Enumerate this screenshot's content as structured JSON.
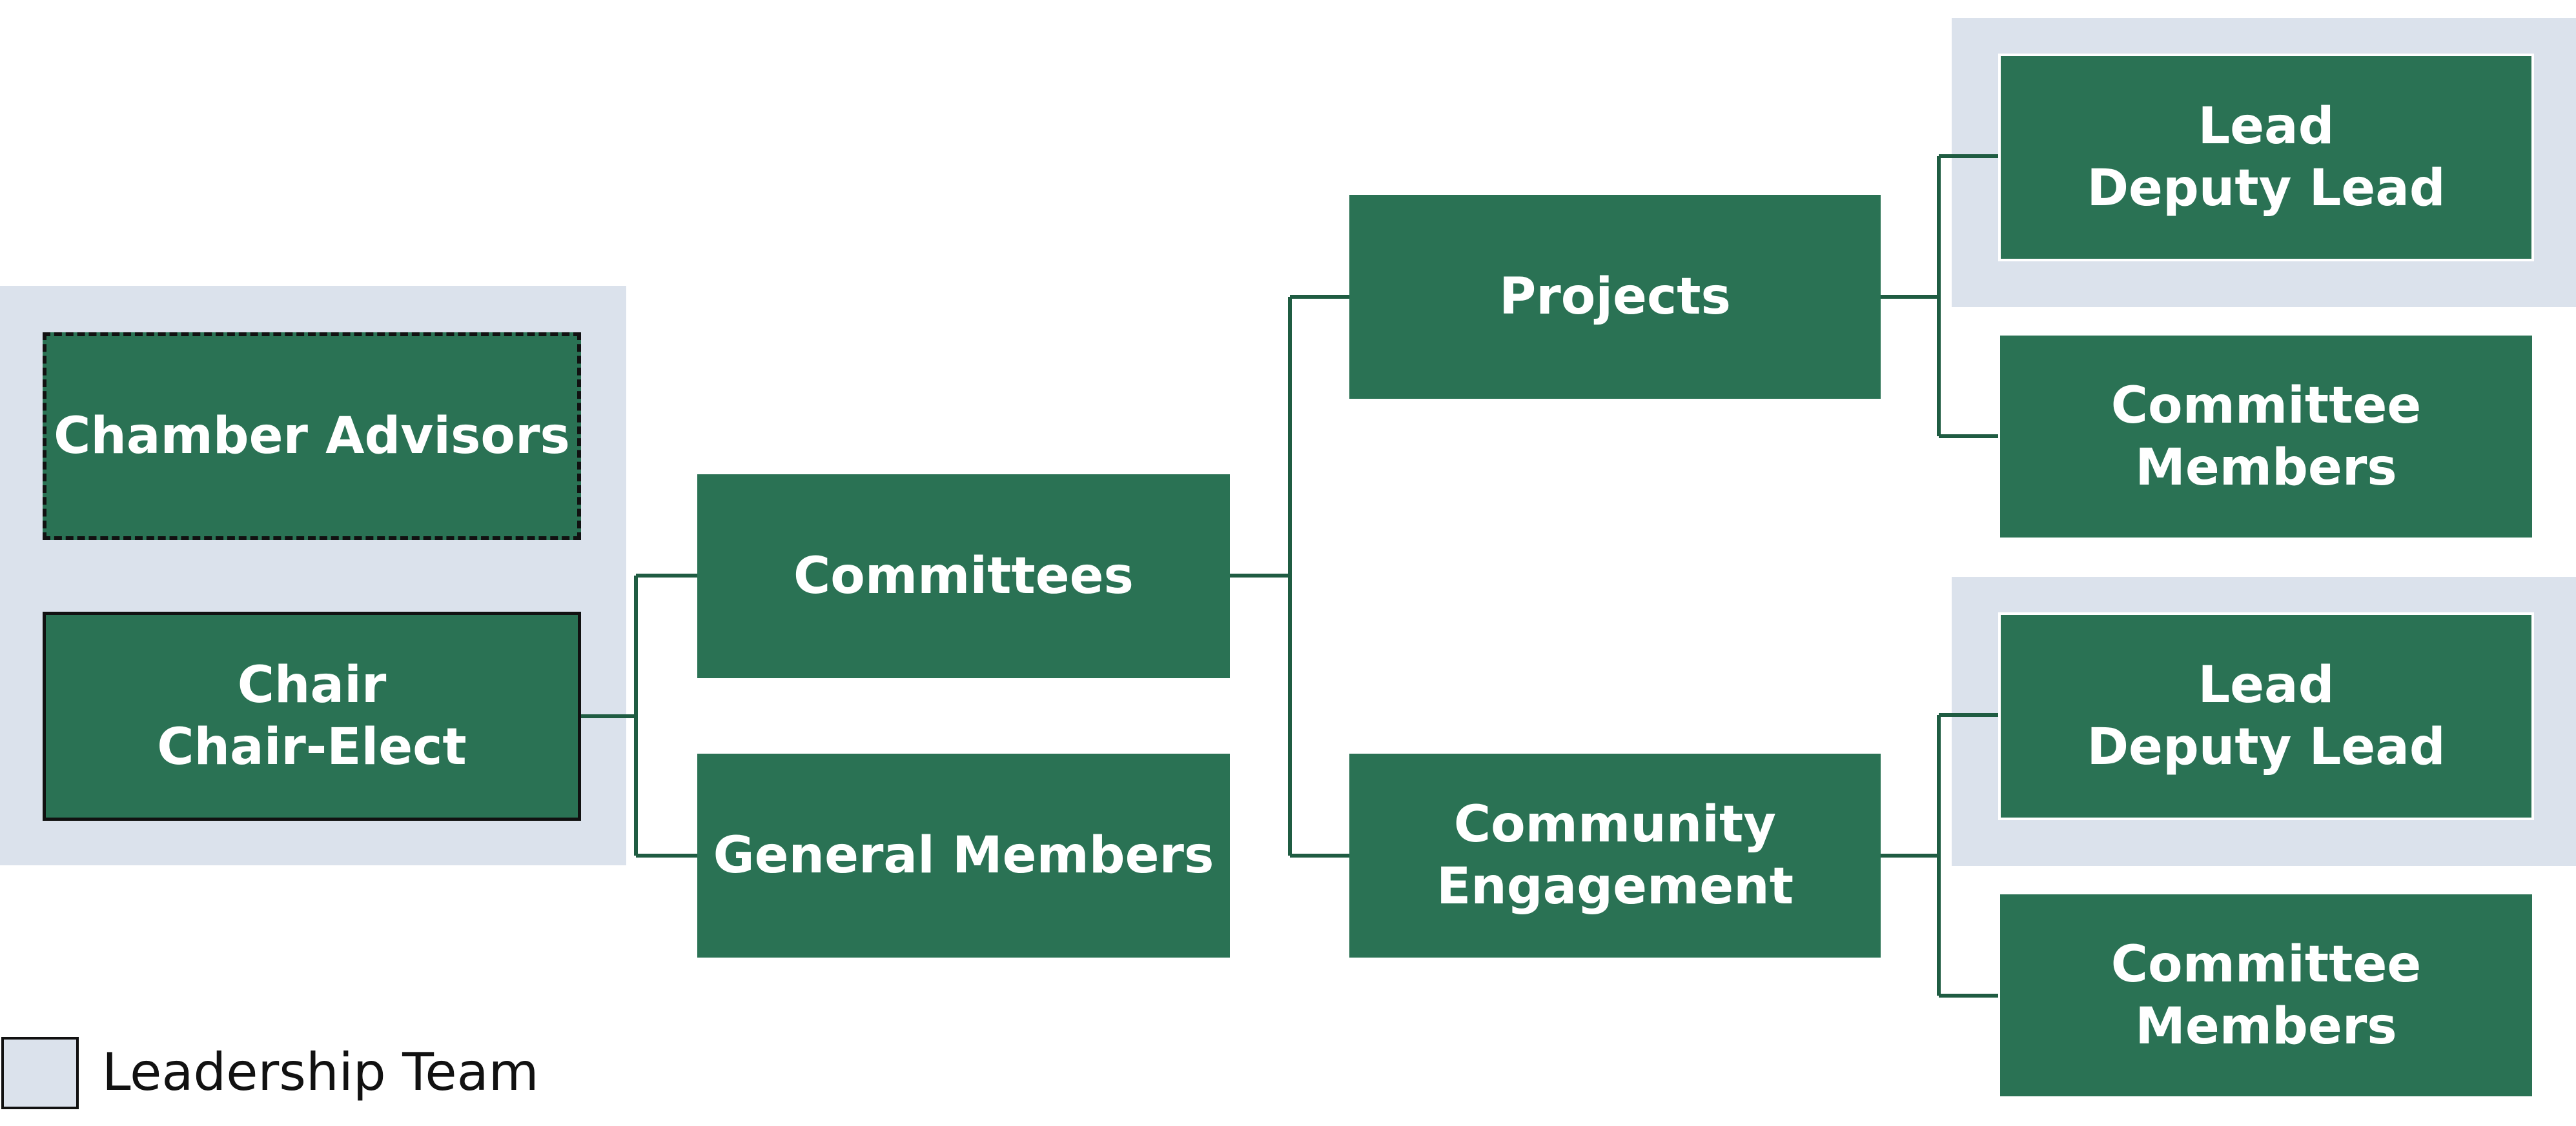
{
  "colors": {
    "box_fill": "#2a7254",
    "leadership_highlight": "#dbe2ec",
    "connector": "#1f5c42",
    "text": "#ffffff"
  },
  "nodes": {
    "chamber_advisors": {
      "line1": "Chamber Advisors"
    },
    "chair": {
      "line1": "Chair",
      "line2": "Chair-Elect"
    },
    "committees": {
      "line1": "Committees"
    },
    "general_members": {
      "line1": "General Members"
    },
    "projects": {
      "line1": "Projects"
    },
    "community_engagement": {
      "line1": "Community",
      "line2": "Engagement"
    },
    "projects_lead": {
      "line1": "Lead",
      "line2": "Deputy Lead"
    },
    "projects_members": {
      "line1": "Committee",
      "line2": "Members"
    },
    "community_lead": {
      "line1": "Lead",
      "line2": "Deputy Lead"
    },
    "community_members": {
      "line1": "Committee",
      "line2": "Members"
    }
  },
  "legend": {
    "label": "Leadership Team"
  }
}
